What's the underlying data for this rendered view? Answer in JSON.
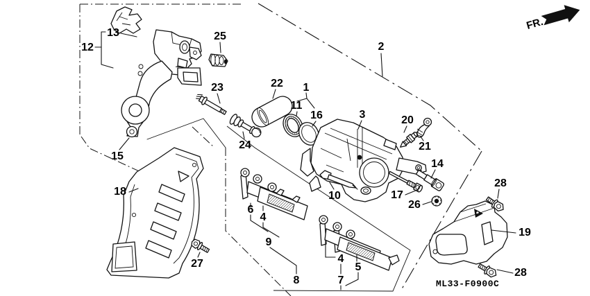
{
  "fr_indicator": "FR.",
  "part_code": "ML33-F0900C",
  "colors": {
    "line": "#111111",
    "background": "#ffffff"
  },
  "labels": {
    "l1": "1",
    "l2": "2",
    "l3": "3",
    "l4a": "4",
    "l4b": "4",
    "l5": "5",
    "l6": "6",
    "l7": "7",
    "l8": "8",
    "l9": "9",
    "l10": "10",
    "l11": "11",
    "l12": "12",
    "l13": "13",
    "l14": "14",
    "l15": "15",
    "l16": "16",
    "l17": "17",
    "l18": "18",
    "l19": "19",
    "l20": "20",
    "l21": "21",
    "l22": "22",
    "l23": "23",
    "l24": "24",
    "l25": "25",
    "l26": "26",
    "l27": "27",
    "l28a": "28",
    "l28b": "28"
  }
}
